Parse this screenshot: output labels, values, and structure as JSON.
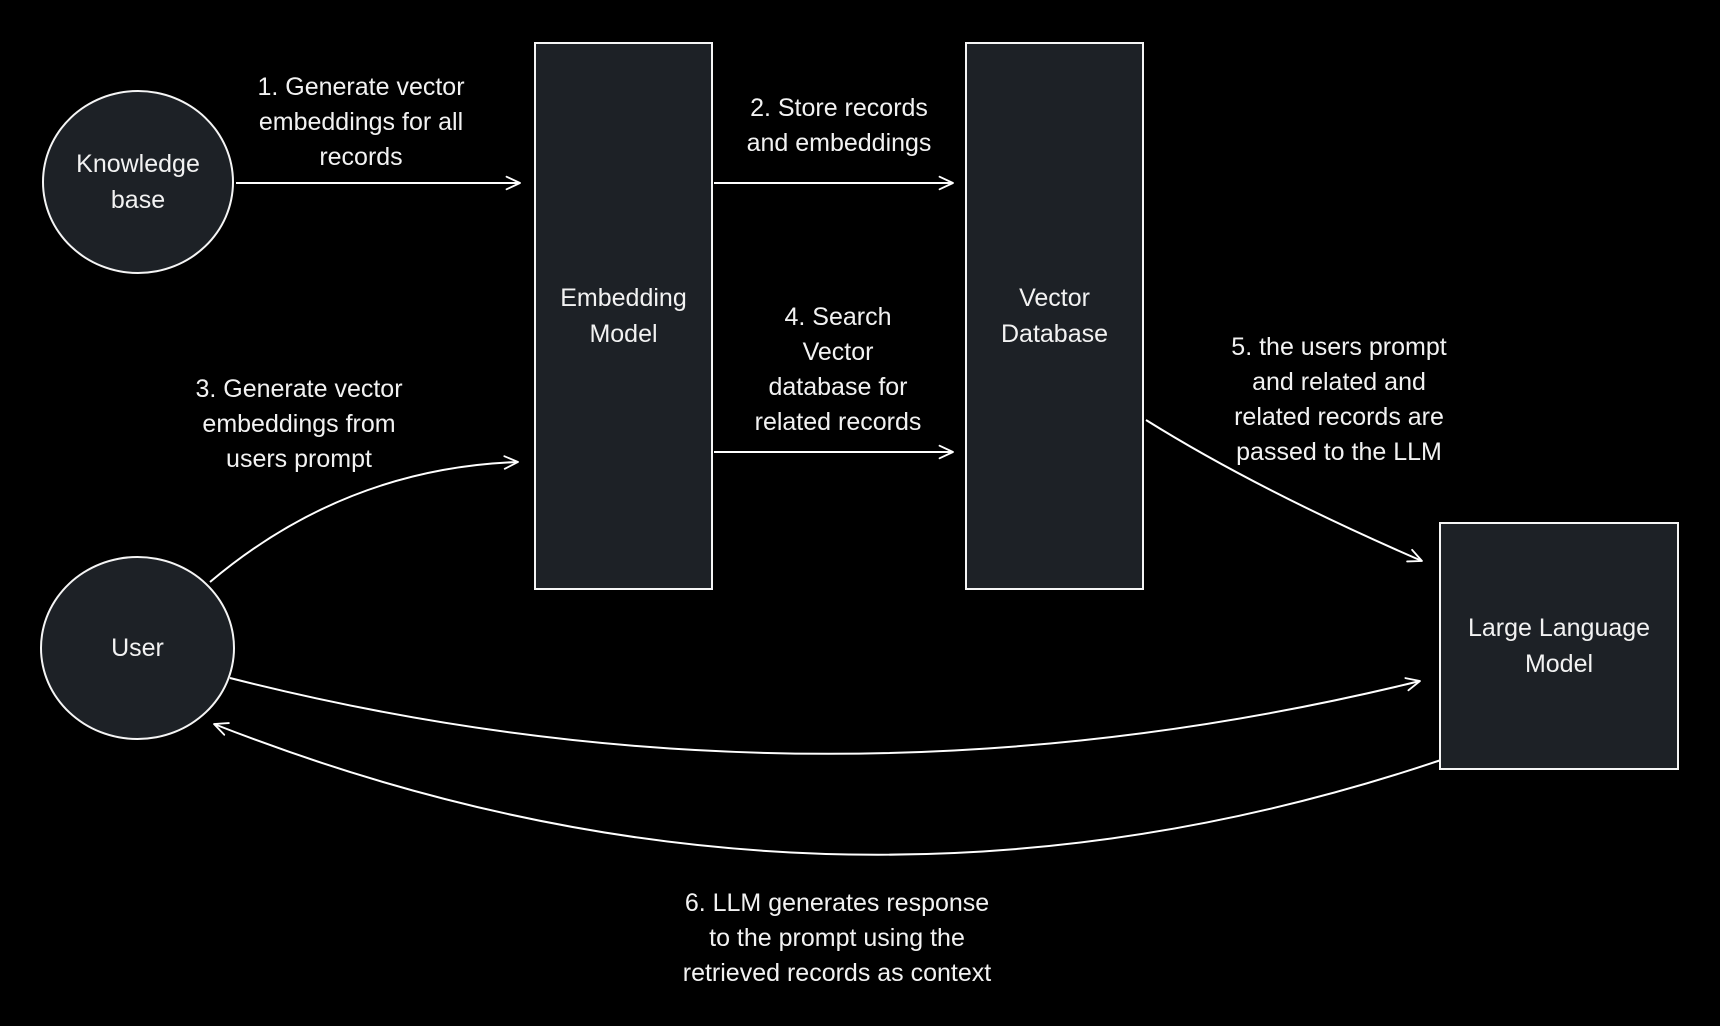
{
  "colors": {
    "background": "#000000",
    "node_fill": "#1d2126",
    "node_border": "#f5f5f5",
    "text": "#f2f2f2",
    "arrow": "#ffffff"
  },
  "nodes": {
    "knowledge_base": {
      "label": "Knowledge\nbase",
      "shape": "circle"
    },
    "embedding_model": {
      "label": "Embedding\nModel",
      "shape": "rect"
    },
    "vector_database": {
      "label": "Vector\nDatabase",
      "shape": "rect"
    },
    "user": {
      "label": "User",
      "shape": "circle"
    },
    "llm": {
      "label": "Large Language\nModel",
      "shape": "rect"
    }
  },
  "steps": {
    "step1": {
      "label": "1. Generate vector\nembeddings for all\nrecords"
    },
    "step2": {
      "label": "2. Store records\nand embeddings"
    },
    "step3": {
      "label": "3. Generate vector\nembeddings from\nusers prompt"
    },
    "step4": {
      "label": "4. Search\nVector\ndatabase for\nrelated records"
    },
    "step5": {
      "label": "5. the users prompt\nand related and\nrelated records are\npassed to the LLM"
    },
    "step6": {
      "label": "6. LLM generates response\nto the prompt using the\nretrieved records as context"
    }
  }
}
